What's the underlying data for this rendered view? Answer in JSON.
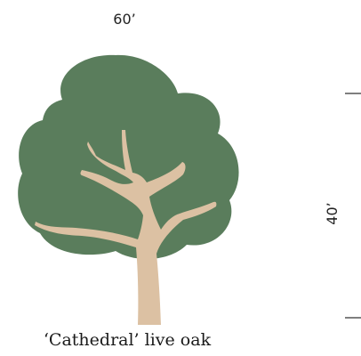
{
  "dimensions": {
    "width_label": "60’",
    "height_label": "40’"
  },
  "caption": "‘Cathedral’ live oak",
  "colors": {
    "canopy": "#5a7d5c",
    "trunk": "#dcc1a3",
    "tick": "#333333"
  }
}
